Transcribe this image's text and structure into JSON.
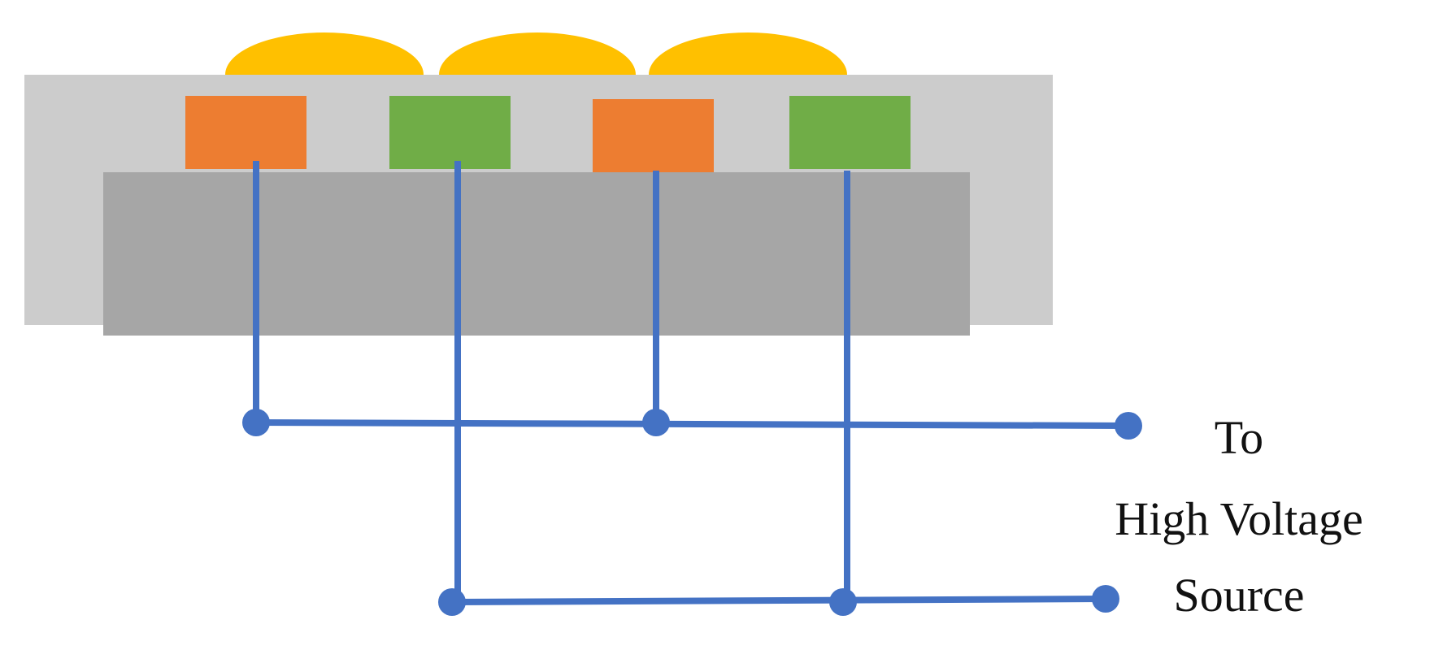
{
  "colors": {
    "background": "#ffffff",
    "outer_layer": "#cccccc",
    "inner_substrate": "#a6a6a6",
    "electrode_orange": "#ed7d31",
    "electrode_green": "#70ad47",
    "droplet": "#ffc000",
    "wire": "#4472c4",
    "text": "#111111"
  },
  "electrodes": [
    {
      "polarity_color": "orange",
      "bus": "upper"
    },
    {
      "polarity_color": "green",
      "bus": "lower"
    },
    {
      "polarity_color": "orange",
      "bus": "upper"
    },
    {
      "polarity_color": "green",
      "bus": "lower"
    }
  ],
  "droplet_count": 3,
  "label": {
    "line1": "To",
    "line2": "High Voltage",
    "line3": "Source"
  }
}
